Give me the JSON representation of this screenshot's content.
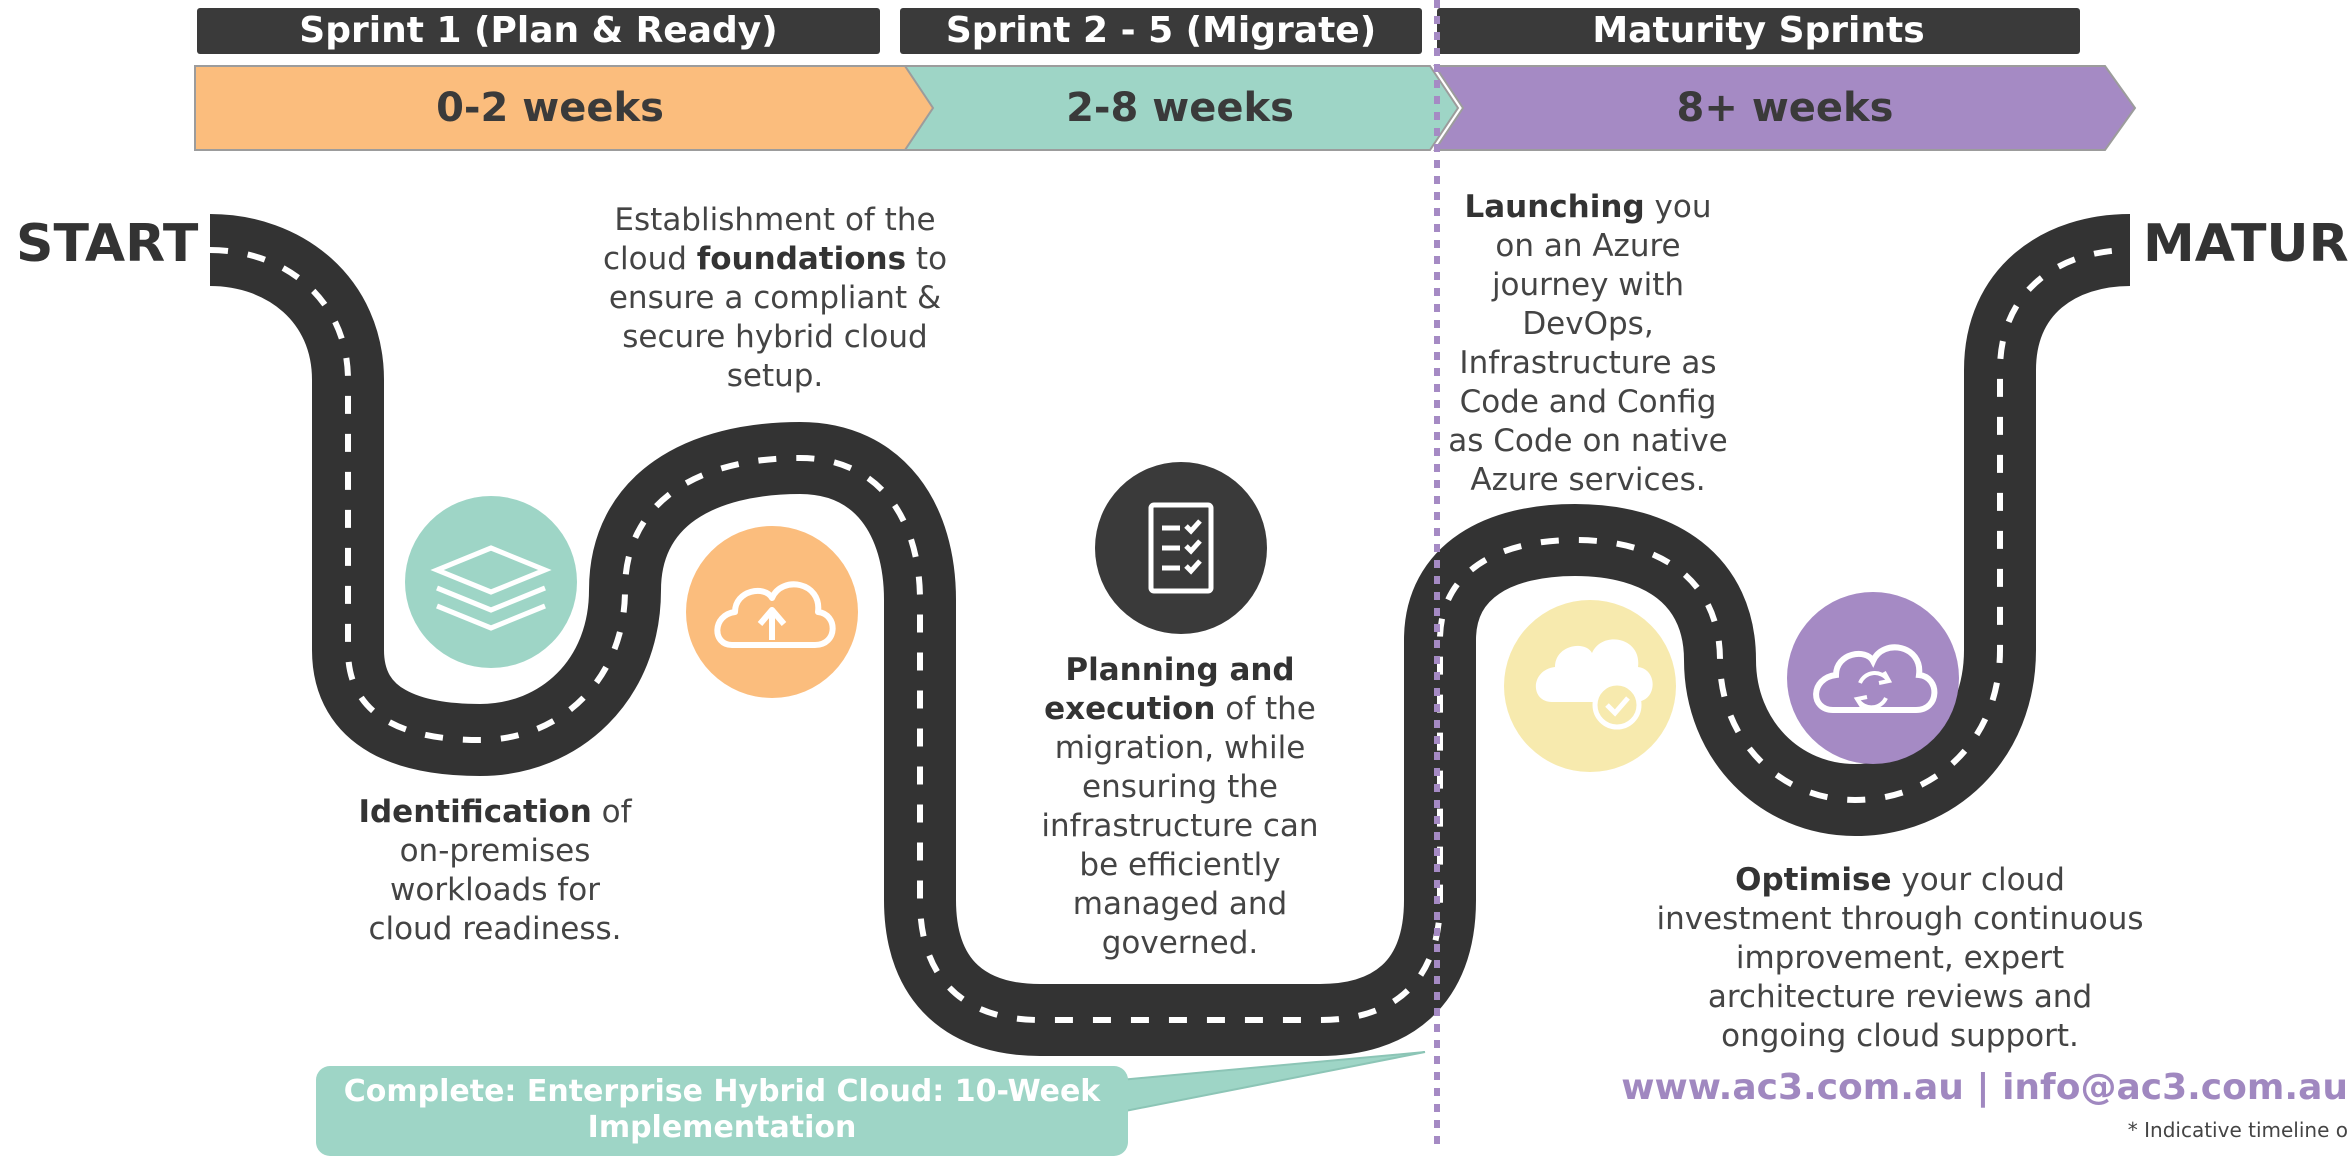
{
  "sprints": [
    {
      "header": "Sprint 1 (Plan & Ready)",
      "duration": "0-2 weeks",
      "color": "#fbbd7d"
    },
    {
      "header": "Sprint 2 - 5 (Migrate)",
      "duration": "2-8 weeks",
      "color": "#9ed5c6"
    },
    {
      "header": "Maturity Sprints",
      "duration": "8+ weeks",
      "color": "#a58ac4"
    }
  ],
  "road": {
    "start_label": "START",
    "end_label": "MATURE"
  },
  "steps": {
    "identification": {
      "bold": "Identification",
      "text": " of on-premises workloads for cloud readiness."
    },
    "foundations": {
      "pre": "Establishment of the cloud ",
      "bold": "foundations",
      "text": " to ensure a compliant & secure hybrid cloud setup."
    },
    "planning": {
      "bold": "Planning and execution",
      "text": " of the migration, while ensuring the infrastructure can be efficiently managed and governed."
    },
    "launching": {
      "bold": "Launching",
      "text": " you on an Azure journey with DevOps, Infrastructure as Code and Config as Code on native Azure services."
    },
    "optimise": {
      "bold": "Optimise",
      "text": " your cloud investment through continuous improvement, expert architecture reviews and ongoing cloud support."
    }
  },
  "icons": [
    {
      "name": "stack-layers-icon",
      "color": "#9ed5c6"
    },
    {
      "name": "cloud-upload-icon",
      "color": "#fbbd7d"
    },
    {
      "name": "checklist-icon",
      "color": "#3a3a3a"
    },
    {
      "name": "cloud-check-icon",
      "color": "#f7eaae"
    },
    {
      "name": "cloud-sync-icon",
      "color": "#a58ac4"
    }
  ],
  "callout": {
    "text": "Complete: Enterprise Hybrid Cloud: 10-Week Implementation"
  },
  "footer": {
    "contact": "www.ac3.com.au | info@ac3.com.au",
    "note": "* Indicative timeline o"
  }
}
